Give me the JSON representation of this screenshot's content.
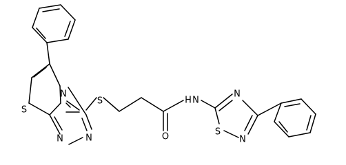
{
  "atoms": {
    "S_thiazole": "S",
    "N_bridge": "N",
    "N_triazole_upper": "N",
    "N_triazole_lower": "N",
    "S_thioether": "S",
    "O_carbonyl": "O",
    "N_amide": "N",
    "H_amide": "H",
    "N_thiadiazole_upper": "N",
    "S_thiadiazole": "S",
    "N_thiadiazole_lower": "N"
  },
  "colors": {
    "bond": "#000000",
    "background": "#ffffff"
  }
}
